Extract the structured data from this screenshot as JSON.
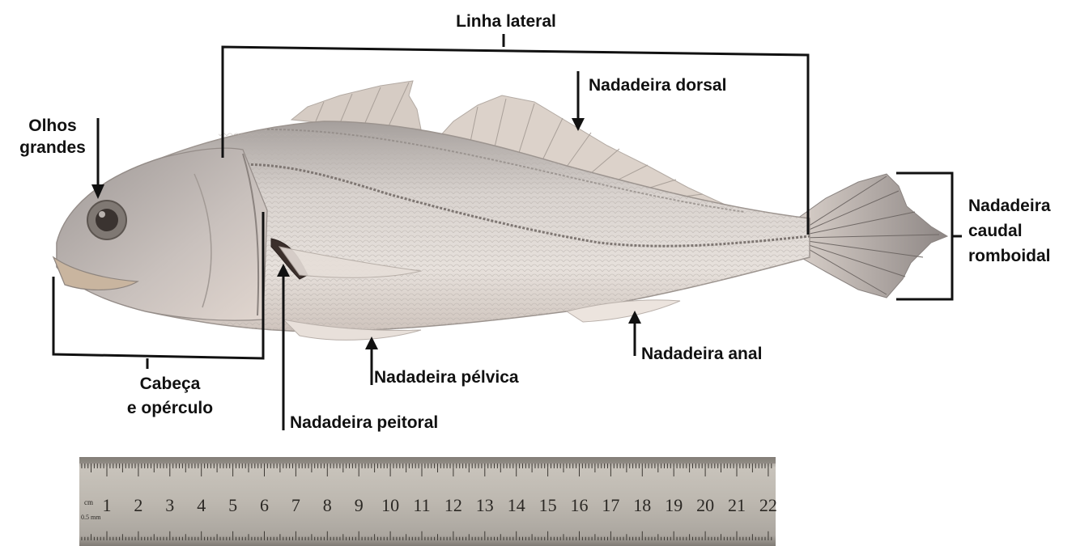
{
  "labels": {
    "linha_lateral": "Linha lateral",
    "nadadeira_dorsal": "Nadadeira dorsal",
    "olhos_line1": "Olhos",
    "olhos_line2": "grandes",
    "caudal_line1": "Nadadeira",
    "caudal_line2": "caudal",
    "caudal_line3": "romboidal",
    "nadadeira_anal": "Nadadeira anal",
    "nadadeira_pelvica": "Nadadeira pélvica",
    "cabeca_line1": "Cabeça",
    "cabeca_line2": "e opérculo",
    "nadadeira_peitoral": "Nadadeira peitoral"
  },
  "ruler": {
    "unit_cm": "cm",
    "unit_mm": "0.5 mm",
    "numbers": [
      "1",
      "2",
      "3",
      "4",
      "5",
      "6",
      "7",
      "8",
      "9",
      "10",
      "11",
      "12",
      "13",
      "14",
      "15",
      "16",
      "17",
      "18",
      "19",
      "20",
      "21",
      "22"
    ]
  },
  "colors": {
    "annotation": "#111111",
    "fish_body": "#cfc8c2",
    "ruler": "#b9b4ad"
  }
}
